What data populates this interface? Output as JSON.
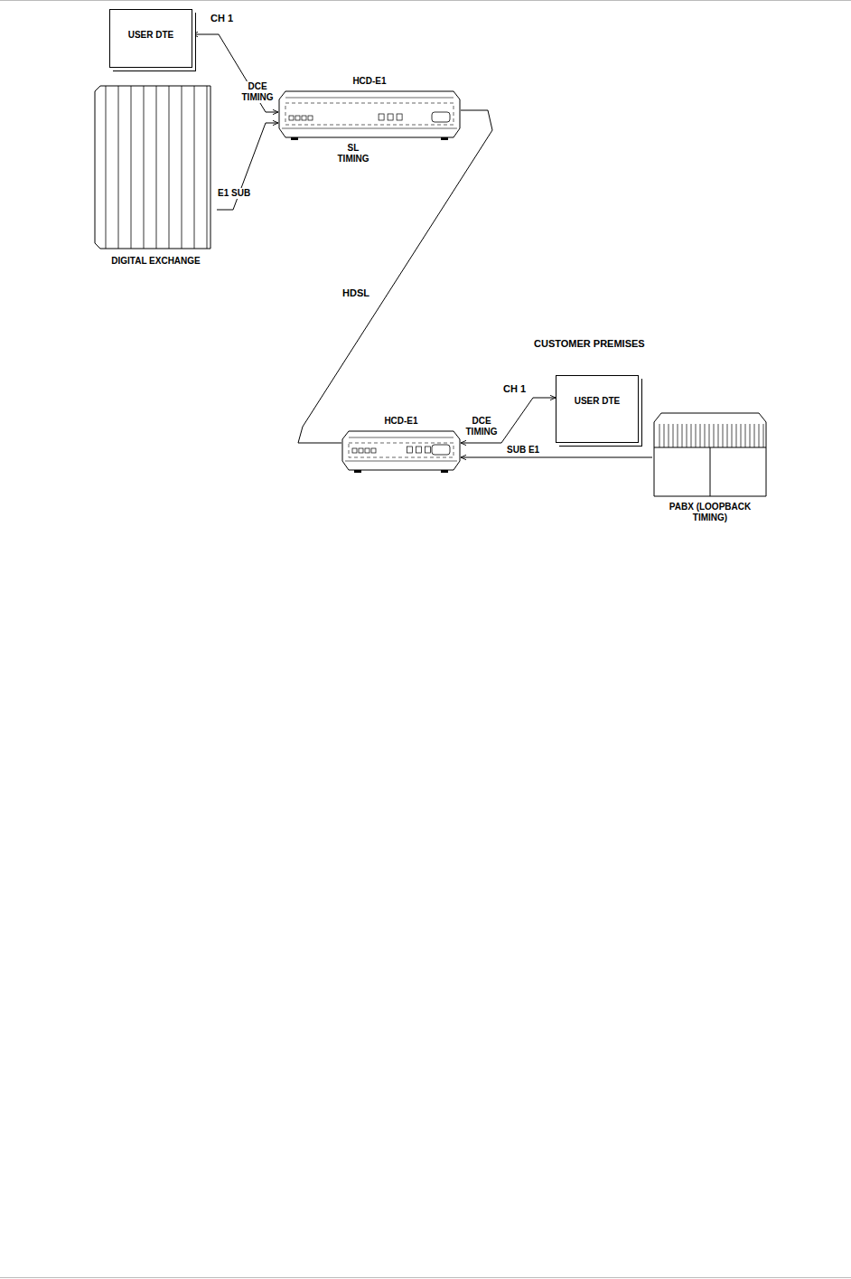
{
  "diagram": {
    "nodes": [
      {
        "text": [
          "USER DTE"
        ]
      },
      {
        "text": [
          "HCD-E1"
        ]
      },
      {
        "text": [
          "DIGITAL EXCHANGE"
        ]
      },
      {
        "text": [
          "HCD-E1"
        ]
      },
      {
        "text": [
          "USER DTE"
        ]
      },
      {
        "text": [
          "PABX (LOOPBACK TIMING)"
        ]
      }
    ],
    "edges": [
      {
        "from": 0,
        "to": 1,
        "label": "CH 1",
        "arrow": "both"
      },
      {
        "from": 2,
        "to": 1,
        "label": "E1 SUB",
        "arrow": "to"
      },
      {
        "from": 1,
        "to": 3,
        "label": "HDSL",
        "arrow": "none"
      },
      {
        "from": 3,
        "to": 4,
        "label": "CH 1",
        "arrow": "both"
      },
      {
        "from": 5,
        "to": 3,
        "label": "SUB E1",
        "arrow": "to"
      }
    ],
    "labels": [
      "DCE TIMING",
      "SL TIMING",
      "CUSTOMER PREMISES",
      "DCE TIMING"
    ]
  }
}
